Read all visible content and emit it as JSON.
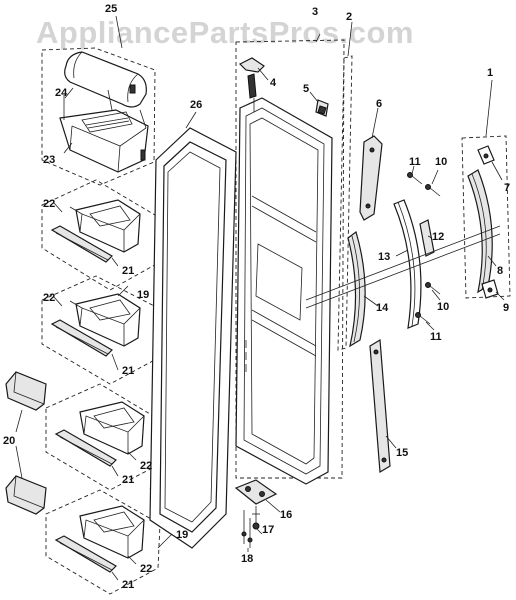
{
  "watermark": "AppliancePartsPros.com",
  "callouts": {
    "c1": "1",
    "c2": "2",
    "c3": "3",
    "c4": "4",
    "c5": "5",
    "c6": "6",
    "c7": "7",
    "c8": "8",
    "c9": "9",
    "c10a": "10",
    "c10b": "10",
    "c11a": "11",
    "c11b": "11",
    "c12": "12",
    "c13": "13",
    "c14": "14",
    "c15": "15",
    "c16": "16",
    "c17": "17",
    "c18": "18",
    "c19a": "19",
    "c19b": "19",
    "c20": "20",
    "c21a": "21",
    "c21b": "21",
    "c21c": "21",
    "c21d": "21",
    "c22a": "22",
    "c22b": "22",
    "c22c": "22",
    "c22d": "22",
    "c23": "23",
    "c24": "24",
    "c25": "25",
    "c26": "26"
  }
}
